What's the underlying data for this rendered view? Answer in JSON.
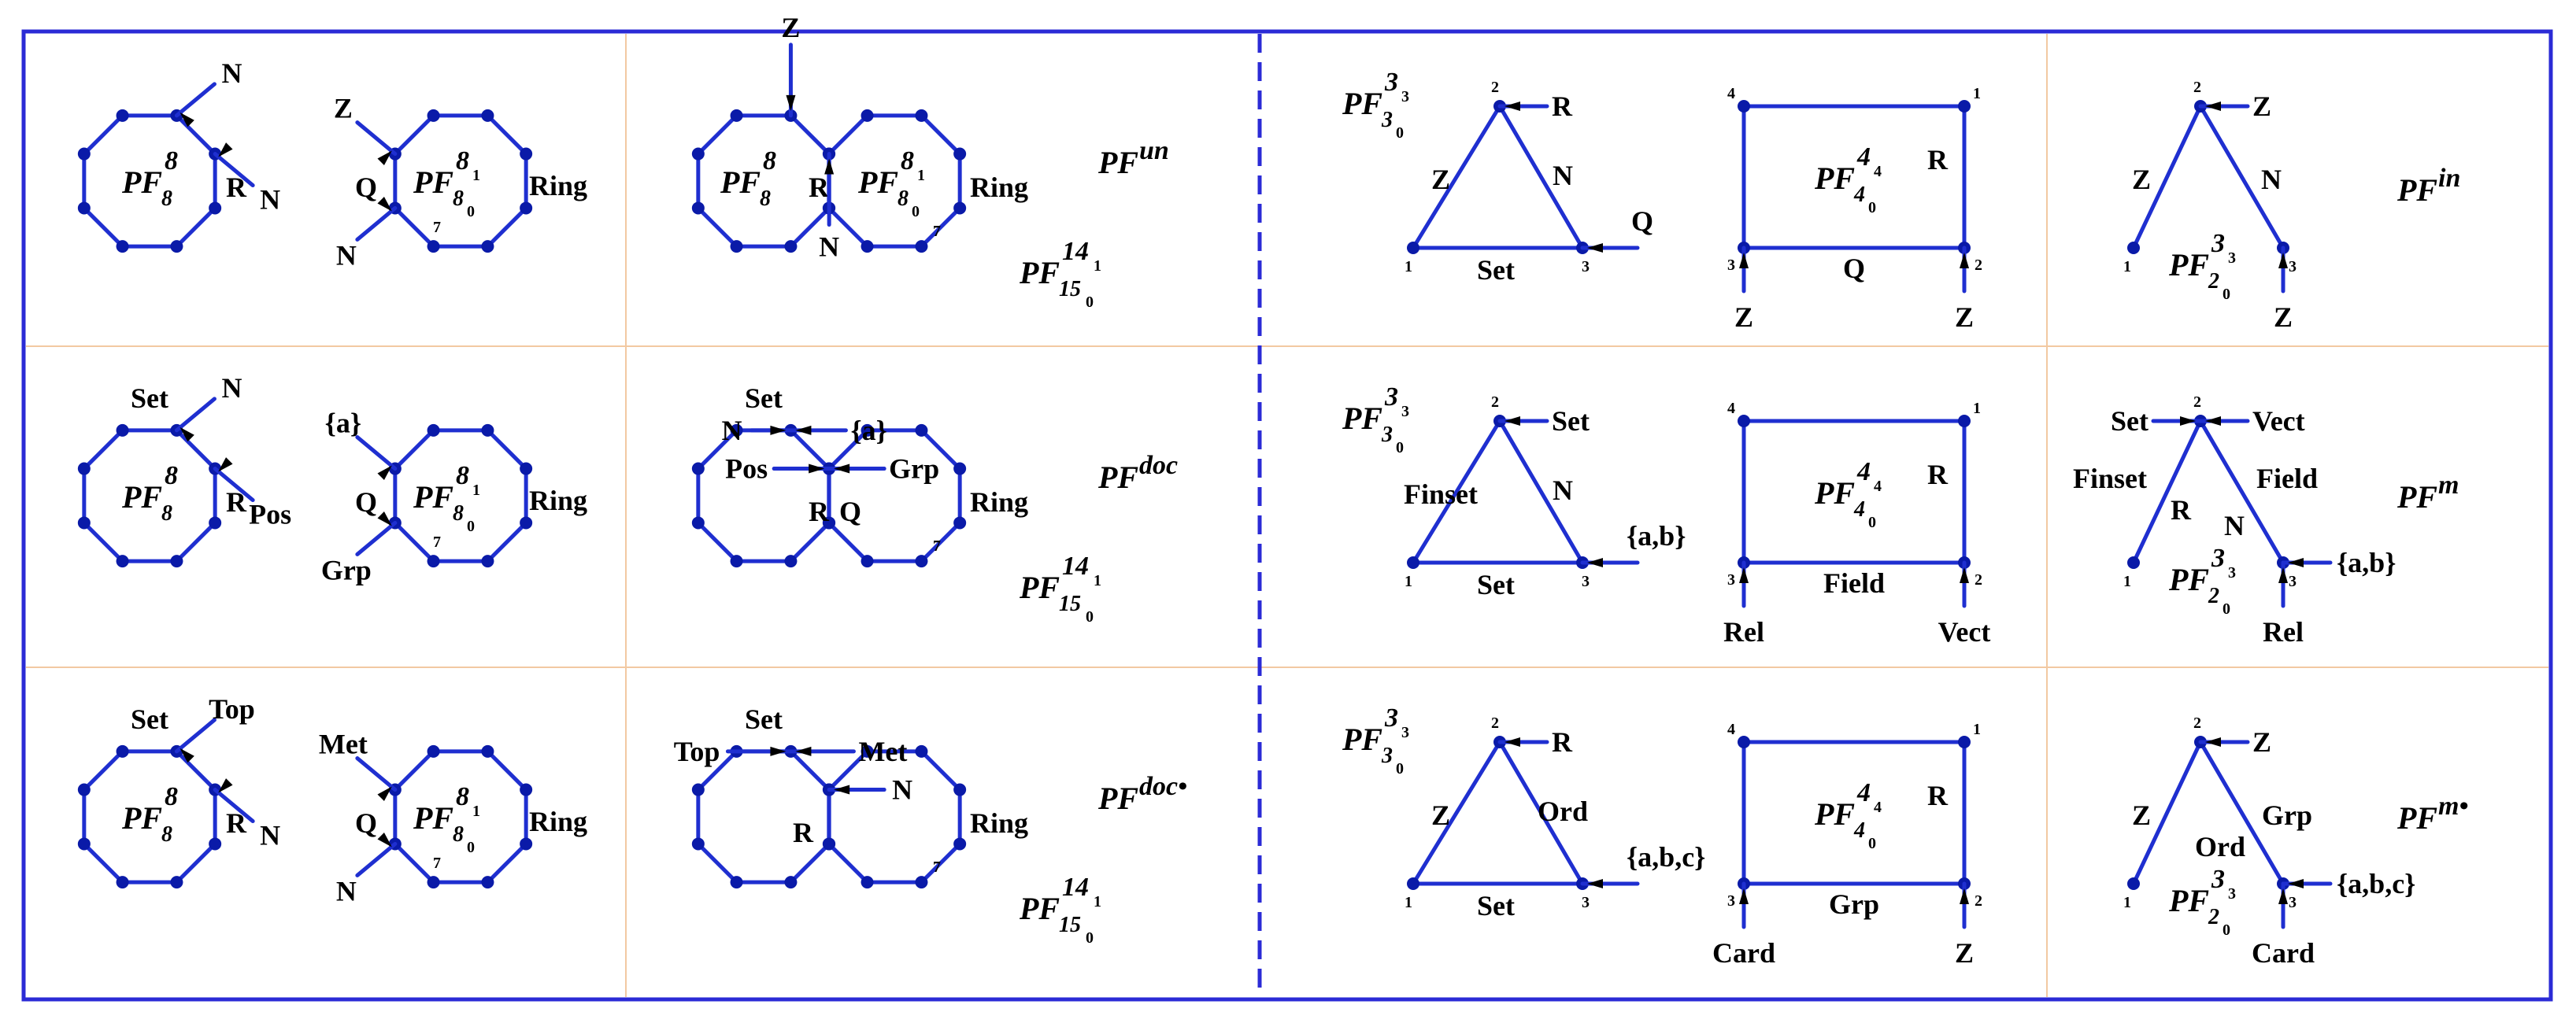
{
  "colors": {
    "frame": "#2b2bd6",
    "edge": "#1f2fd0",
    "node": "#0a1aa8",
    "cell_divider": "#f2c9a2",
    "text": "#000000"
  },
  "row1": {
    "left": {
      "a_name": "PF",
      "a_sup": "8",
      "a_sub": "8",
      "a_label_R": "R",
      "a_label_top": "N",
      "a_label_bottom": "N",
      "b_label_top": "Z",
      "b_label_Q": "Q",
      "b_label_bottom": "N",
      "b_name": "PF",
      "b_sup": "8",
      "b_sup_sub": "1",
      "b_sub": "8",
      "b_sub_sub": "0",
      "b_num": "7",
      "b_ring": "Ring"
    },
    "mid": {
      "top": "Z",
      "bottom": "N",
      "R": "R",
      "a_name": "PF",
      "a_sup": "8",
      "a_sub": "8",
      "b_name": "PF",
      "b_sup": "8",
      "b_sup_sub": "1",
      "b_sub": "8",
      "b_sub_sub": "0",
      "num": "7",
      "ring": "Ring",
      "tag_name": "PF",
      "tag_sup": "un",
      "merged_name": "PF",
      "merged_sup": "14",
      "merged_sup_sub": "1",
      "merged_sub": "15",
      "merged_sub_sub": "0"
    },
    "tri": {
      "name": "PF",
      "sup": "3",
      "sup_sub": "3",
      "sub": "3",
      "sub_sub": "0",
      "n1": "1",
      "n2": "2",
      "n3": "3",
      "top": "R",
      "left": "Z",
      "right": "N",
      "bottom": "Set",
      "out": "Q"
    },
    "rect": {
      "name": "PF",
      "sup": "4",
      "sup_sub": "4",
      "sub": "4",
      "sub_sub": "0",
      "n1": "1",
      "n2": "2",
      "n3": "3",
      "n4": "4",
      "right": "R",
      "bottom": "Q",
      "pin_left": "Z",
      "pin_right": "Z"
    },
    "vee": {
      "name": "PF",
      "sup": "3",
      "sup_sub": "3",
      "sub": "2",
      "sub_sub": "0",
      "n1": "1",
      "n2": "2",
      "n3": "3",
      "top": "Z",
      "left": "Z",
      "right": "N",
      "pin": "Z",
      "right_in": "",
      "left_in": "",
      "center": "",
      "arm_left": "",
      "tag_name": "PF",
      "tag_sup": "in"
    }
  },
  "row2": {
    "left": {
      "a_name": "PF",
      "a_sup": "8",
      "a_sub": "8",
      "a_top": "Set",
      "a_label_R": "R",
      "a_label_top": "N",
      "a_label_bottom": "Pos",
      "b_label_top": "{a}",
      "b_label_Q": "Q",
      "b_label_bottom": "Grp",
      "b_name": "PF",
      "b_sup": "8",
      "b_sup_sub": "1",
      "b_sub": "8",
      "b_sub_sub": "0",
      "b_num": "7",
      "b_ring": "Ring"
    },
    "mid": {
      "top": "Set",
      "N": "N",
      "a": "{a}",
      "R": "R",
      "Q": "Q",
      "pos": "Pos",
      "grp": "Grp",
      "num": "7",
      "ring": "Ring",
      "tag_name": "PF",
      "tag_sup": "doc",
      "merged_name": "PF",
      "merged_sup": "14",
      "merged_sup_sub": "1",
      "merged_sub": "15",
      "merged_sub_sub": "0"
    },
    "tri": {
      "name": "PF",
      "sup": "3",
      "sup_sub": "3",
      "sub": "3",
      "sub_sub": "0",
      "n1": "1",
      "n2": "2",
      "n3": "3",
      "top": "Set",
      "left": "Finset",
      "right": "N",
      "bottom": "Set",
      "out": "{a,b}"
    },
    "rect": {
      "name": "PF",
      "sup": "4",
      "sup_sub": "4",
      "sub": "4",
      "sub_sub": "0",
      "n1": "1",
      "n2": "2",
      "n3": "3",
      "n4": "4",
      "right": "R",
      "bottom": "Field",
      "pin_left": "Rel",
      "pin_right": "Vect"
    },
    "vee": {
      "name": "PF",
      "sup": "3",
      "sup_sub": "3",
      "sub": "2",
      "sub_sub": "0",
      "n1": "1",
      "n2": "2",
      "n3": "3",
      "top": "Vect",
      "left_in": "Set",
      "left": "Finset",
      "arm_left": "R",
      "right": "Field",
      "center": "N",
      "right_in": "{a,b}",
      "pin": "Rel",
      "tag_name": "PF",
      "tag_sup": "m"
    }
  },
  "row3": {
    "left": {
      "a_name": "PF",
      "a_sup": "8",
      "a_sub": "8",
      "a_top": "Set",
      "a_label_R": "R",
      "a_label_top": "Top",
      "a_label_bottom": "N",
      "b_label_top": "Met",
      "b_label_Q": "Q",
      "b_label_bottom": "N",
      "b_name": "PF",
      "b_sup": "8",
      "b_sup_sub": "1",
      "b_sub": "8",
      "b_sub_sub": "0",
      "b_num": "7",
      "b_ring": "Ring"
    },
    "mid": {
      "top": "Set",
      "top_in": "Top",
      "met": "Met",
      "R": "R",
      "N": "N",
      "num": "7",
      "ring": "Ring",
      "tag_name": "PF",
      "tag_sup": "doc•",
      "merged_name": "PF",
      "merged_sup": "14",
      "merged_sup_sub": "1",
      "merged_sub": "15",
      "merged_sub_sub": "0"
    },
    "tri": {
      "name": "PF",
      "sup": "3",
      "sup_sub": "3",
      "sub": "3",
      "sub_sub": "0",
      "n1": "1",
      "n2": "2",
      "n3": "3",
      "top": "R",
      "left": "Z",
      "right": "Ord",
      "bottom": "Set",
      "out": "{a,b,c}"
    },
    "rect": {
      "name": "PF",
      "sup": "4",
      "sup_sub": "4",
      "sub": "4",
      "sub_sub": "0",
      "n1": "1",
      "n2": "2",
      "n3": "3",
      "n4": "4",
      "right": "R",
      "bottom": "Grp",
      "pin_left": "Card",
      "pin_right": "Z"
    },
    "vee": {
      "name": "PF",
      "sup": "3",
      "sup_sub": "3",
      "sub": "2",
      "sub_sub": "0",
      "n1": "1",
      "n2": "2",
      "n3": "3",
      "top": "Z",
      "left": "Z",
      "right": "Grp",
      "center": "Ord",
      "right_in": "{a,b,c}",
      "pin": "Card",
      "left_in": "",
      "arm_left": "",
      "tag_name": "PF",
      "tag_sup": "m•"
    }
  }
}
